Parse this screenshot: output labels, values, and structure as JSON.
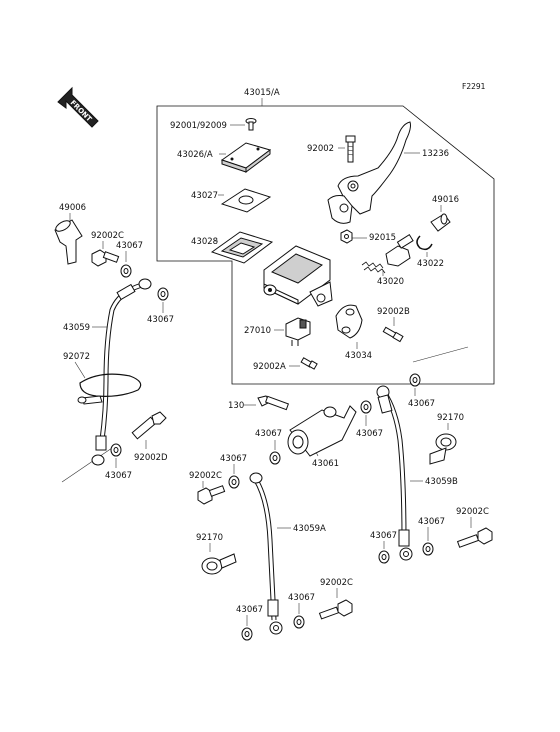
{
  "figure_code": "F2291",
  "front_label": "FRONT",
  "labels": {
    "l43015A": "43015/A",
    "l92001": "92001/92009",
    "l92002_top": "92002",
    "l13236": "13236",
    "l43026A": "43026/A",
    "l43027": "43027",
    "l43028": "43028",
    "l49016": "49016",
    "l92015": "92015",
    "l43022": "43022",
    "l43020": "43020",
    "l92002B": "92002B",
    "l27010": "27010",
    "l92002A": "92002A",
    "l43034": "43034",
    "l49006": "49006",
    "l92002C_a": "92002C",
    "l43067_a": "43067",
    "l43067_b": "43067",
    "l43059": "43059",
    "l92072": "92072",
    "l92002D": "92002D",
    "l43067_c": "43067",
    "l130": "130",
    "l43067_d": "43067",
    "l43067_e": "43067",
    "l43061": "43061",
    "l43067_f": "43067",
    "l92170_a": "92170",
    "l92002C_b": "92002C",
    "l43067_g": "43067",
    "l43059A": "43059A",
    "l43059B": "43059B",
    "l92170_b": "92170",
    "l43067_h": "43067",
    "l43067_i": "43067",
    "l92002C_c": "92002C",
    "l92002C_d": "92002C",
    "l43067_j": "43067",
    "l43067_k": "43067"
  }
}
